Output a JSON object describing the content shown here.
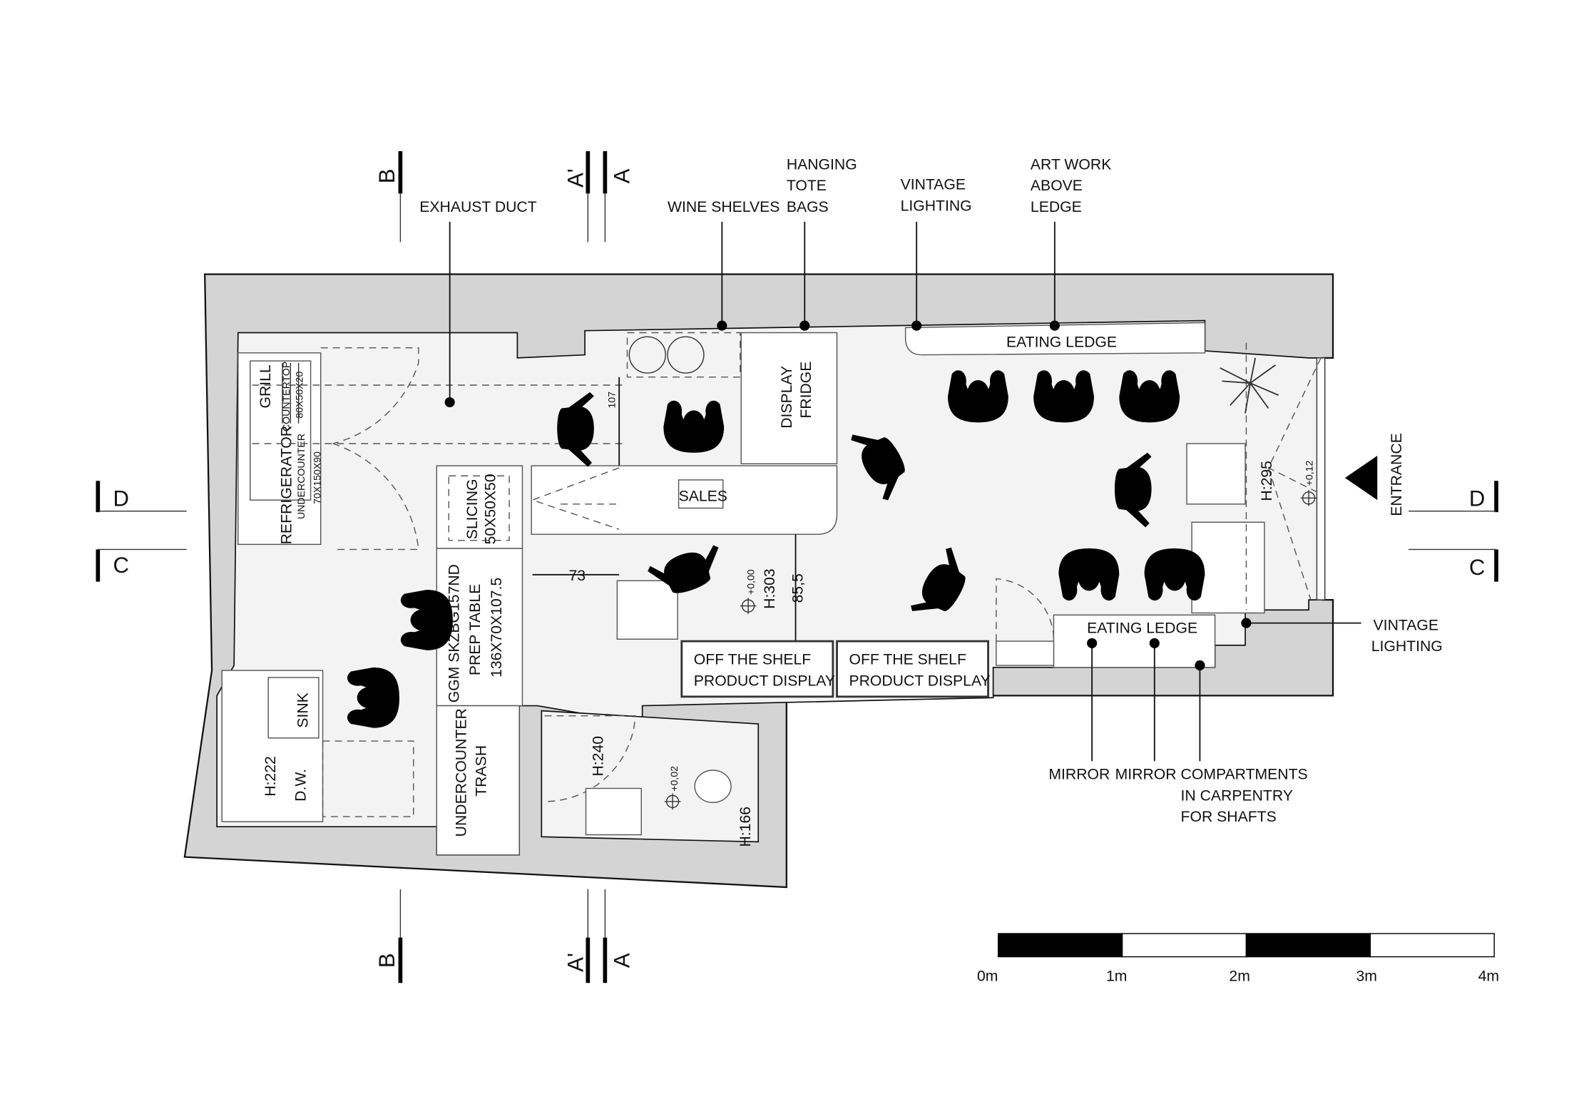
{
  "title": "Floor plan",
  "callouts": {
    "exhaust_duct": "EXHAUST DUCT",
    "wine_shelves": "WINE SHELVES",
    "tote_bags": [
      "HANGING",
      "TOTE",
      "BAGS"
    ],
    "vintage_lighting_top": [
      "VINTAGE",
      "LIGHTING"
    ],
    "art_work": [
      "ART WORK",
      "ABOVE",
      "LEDGE"
    ],
    "vintage_lighting_right": [
      "VINTAGE",
      "LIGHTING"
    ],
    "mirror_1": "MIRROR",
    "mirror_2": "MIRROR",
    "compartments": [
      "COMPARTMENTS",
      "IN CARPENTRY",
      "FOR SHAFTS"
    ],
    "entrance": "ENTRANCE"
  },
  "sections": {
    "B": "B",
    "A_prime": "A'",
    "A": "A",
    "C": "C",
    "D": "D"
  },
  "rooms": {
    "grill": "GRILL",
    "countertop": "COUNTERTOP",
    "grill_size": "80X50X20",
    "refrigerator": "REFRIGERATOR",
    "undercounter": "UNDERCOUNTER",
    "fridge_size": "70X150X90",
    "slicing": "SLICING",
    "slicing_size": "50X50X50",
    "prep_table": [
      "GGM SKZBG157ND",
      "PREP TABLE",
      "136X70X107.5"
    ],
    "trash": [
      "UNDERCOUNTER",
      "TRASH"
    ],
    "sink": "SINK",
    "dw": "D.W.",
    "h222": "H:222",
    "display_fridge": [
      "DISPLAY",
      "FRIDGE"
    ],
    "sales": "SALES",
    "dim_107": "107",
    "dim_73": "73",
    "dim_85": "85,5",
    "level_000": "+0,00",
    "h303": "H:303",
    "off_shelf_1": [
      "OFF THE SHELF",
      "PRODUCT DISPLAY"
    ],
    "off_shelf_2": [
      "OFF THE SHELF",
      "PRODUCT DISPLAY"
    ],
    "eating_ledge_top": "EATING LEDGE",
    "eating_ledge_bottom": "EATING LEDGE",
    "h240": "H:240",
    "level_002": "+0,02",
    "h166": "H:166",
    "h295": "H:295",
    "level_012": "+0,12"
  },
  "scale_bar": {
    "labels": [
      "0m",
      "1m",
      "2m",
      "3m",
      "4m"
    ],
    "unit": "m",
    "length": 4
  }
}
